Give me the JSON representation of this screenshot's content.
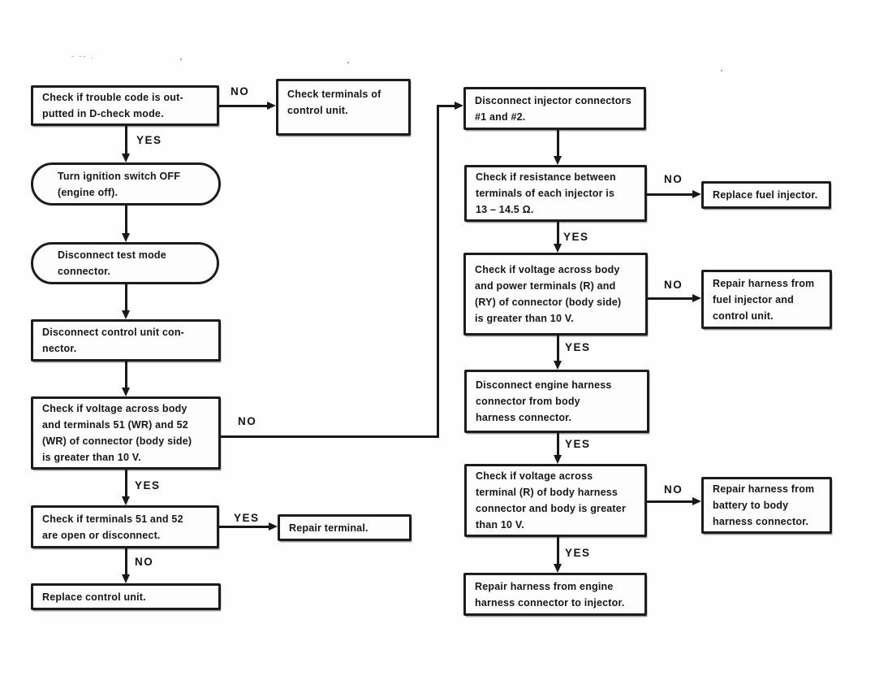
{
  "diagram": {
    "type": "flowchart",
    "ink_color": "#1c1c1c",
    "background_color": "#fefefe",
    "nodes": {
      "check_trouble_code": "Check if trouble code is out-\nputted in D-check mode.",
      "check_terminals_control_unit": "Check terminals of\ncontrol unit.",
      "turn_ignition_off": "Turn ignition switch OFF\n(engine off).",
      "disconnect_test_mode": "Disconnect test mode\nconnector.",
      "disconnect_control_unit_connector": "Disconnect control unit con-\nnector.",
      "check_voltage_51_52": "Check if voltage across body\nand terminals 51 (WR) and 52\n(WR) of connector (body side)\nis greater than 10 V.",
      "check_terminals_51_52": "Check if terminals 51 and 52\nare open or disconnect.",
      "repair_terminal": "Repair terminal.",
      "replace_control_unit": "Replace control unit.",
      "disconnect_injector_connectors": "Disconnect injector connectors\n#1 and #2.",
      "check_resistance": "Check if resistance between\nterminals of each injector is\n13 – 14.5 Ω.",
      "replace_fuel_injector": "Replace fuel injector.",
      "check_voltage_r_ry": "Check if voltage across body\nand power terminals (R) and\n(RY) of connector (body side)\nis greater than 10 V.",
      "repair_harness_injector_cu": "Repair harness from\nfuel injector and\ncontrol unit.",
      "disconnect_engine_harness": "Disconnect engine harness\nconnector from body\nharness connector.",
      "check_voltage_r_body": "Check if voltage across\nterminal (R) of body harness\nconnector and body is greater\nthan 10 V.",
      "repair_harness_battery": "Repair harness from\nbattery to body\nharness connector.",
      "repair_harness_engine_injector": "Repair harness from engine\nharness connector to injector."
    },
    "edges": {
      "trouble_code_yes": "YES",
      "trouble_code_no": "NO",
      "voltage_51_52_yes": "YES",
      "voltage_51_52_no": "NO",
      "terminals_51_52_yes": "YES",
      "terminals_51_52_no": "NO",
      "resistance_yes": "YES",
      "resistance_no": "NO",
      "voltage_r_ry_yes": "YES",
      "voltage_r_ry_no": "NO",
      "engine_harness_yes": "YES",
      "voltage_r_yes": "YES",
      "voltage_r_no": "NO"
    },
    "artifacts": {
      "top_left_marks": "- -- ."
    }
  }
}
